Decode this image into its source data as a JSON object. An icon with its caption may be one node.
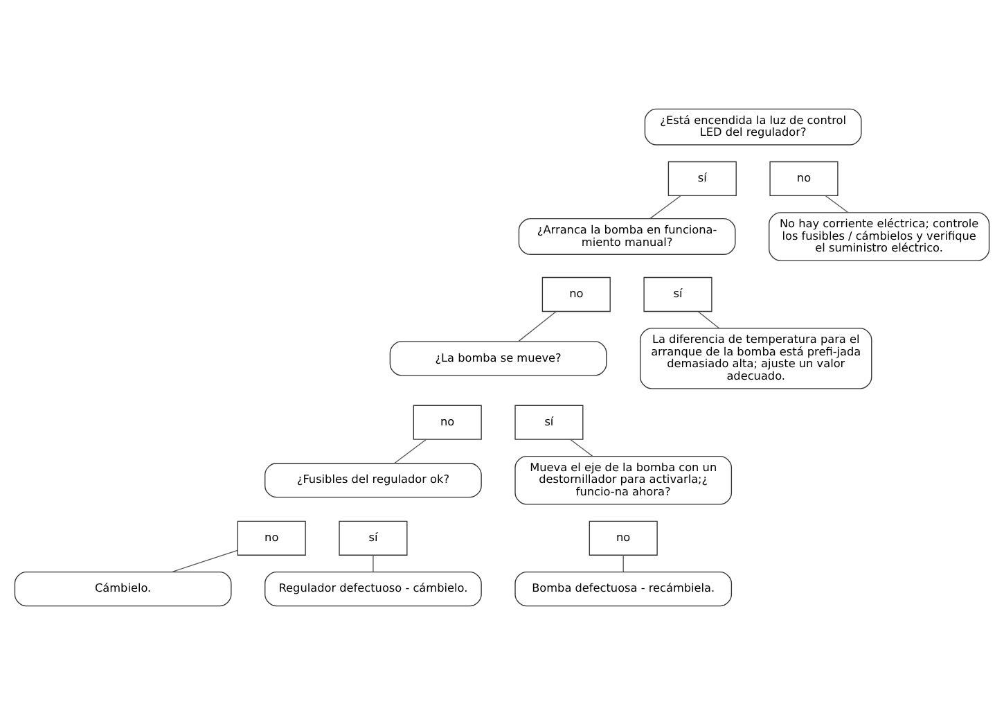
{
  "diagram": {
    "nodes": [
      {
        "text": [
          "¿Está encendida la luz de control LED del regulador?"
        ]
      },
      {
        "text": [
          "sí"
        ]
      },
      {
        "text": [
          "no"
        ]
      },
      {
        "text": [
          "No hay corriente eléctrica; controle los fusibles / cámbielos y verifique el suministro eléctrico."
        ]
      },
      {
        "text": [
          "¿Arranca la bomba en funciona-miento manual?"
        ]
      },
      {
        "text": [
          "no"
        ]
      },
      {
        "text": [
          "sí"
        ]
      },
      {
        "text": [
          "La diferencia de temperatura para el arranque de la bomba está prefi-jada demasiado alta; ajuste un valor adecuado."
        ]
      },
      {
        "text": [
          "¿La bomba se mueve?"
        ]
      },
      {
        "text": [
          "no"
        ]
      },
      {
        "text": [
          "sí"
        ]
      },
      {
        "text": [
          "Mueva el eje de la bomba con un destornillador para activarla;¿ funcio-na ahora?"
        ]
      },
      {
        "text": [
          "no"
        ]
      },
      {
        "text": [
          "Bomba defectuosa - recámbiela."
        ]
      },
      {
        "text": [
          "¿Fusibles del regulador ok?"
        ]
      },
      {
        "text": [
          "no"
        ]
      },
      {
        "text": [
          "sí"
        ]
      },
      {
        "text": [
          "Cámbielo."
        ]
      },
      {
        "text": [
          "Regulador defectuoso - cámbielo."
        ]
      }
    ],
    "edges": [
      {
        "from": 1,
        "to": 4,
        "arrow": "none"
      },
      {
        "from": 2,
        "to": 3,
        "arrow": "none"
      },
      {
        "from": 5,
        "to": 8,
        "arrow": "none"
      },
      {
        "from": 6,
        "to": 7,
        "arrow": "none"
      },
      {
        "from": 9,
        "to": 14,
        "arrow": "none"
      },
      {
        "from": 10,
        "to": 11,
        "arrow": "none"
      },
      {
        "from": 12,
        "to": 13,
        "arrow": "none"
      },
      {
        "from": 15,
        "to": 17,
        "arrow": "none"
      },
      {
        "from": 16,
        "to": 18,
        "arrow": "none"
      }
    ]
  }
}
